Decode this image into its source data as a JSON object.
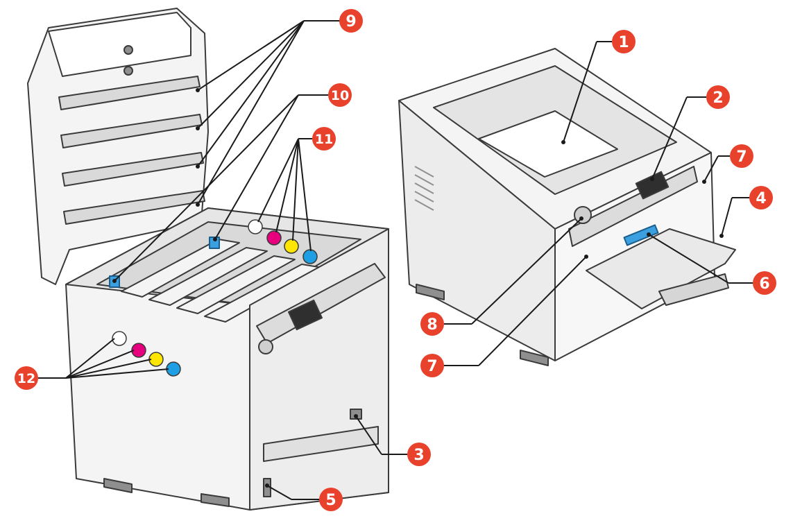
{
  "colors": {
    "callout": "#e8412c",
    "leader": "#1a1a1a",
    "printer_body": "#f4f4f4",
    "printer_shade": "#d9d9d9",
    "printer_dark": "#8f8f8f",
    "panel": "#2f2f2f",
    "lever_blue": "#3aa0e0",
    "dot_white": "#ffffff",
    "dot_magenta": "#e6007e",
    "dot_yellow": "#ffe600",
    "dot_cyan": "#1e9fe3"
  },
  "callouts": {
    "c1": "1",
    "c2": "2",
    "c3": "3",
    "c4": "4",
    "c5": "5",
    "c6": "6",
    "c7a": "7",
    "c7b": "7",
    "c8": "8",
    "c9": "9",
    "c10": "10",
    "c11": "11",
    "c12": "12"
  }
}
